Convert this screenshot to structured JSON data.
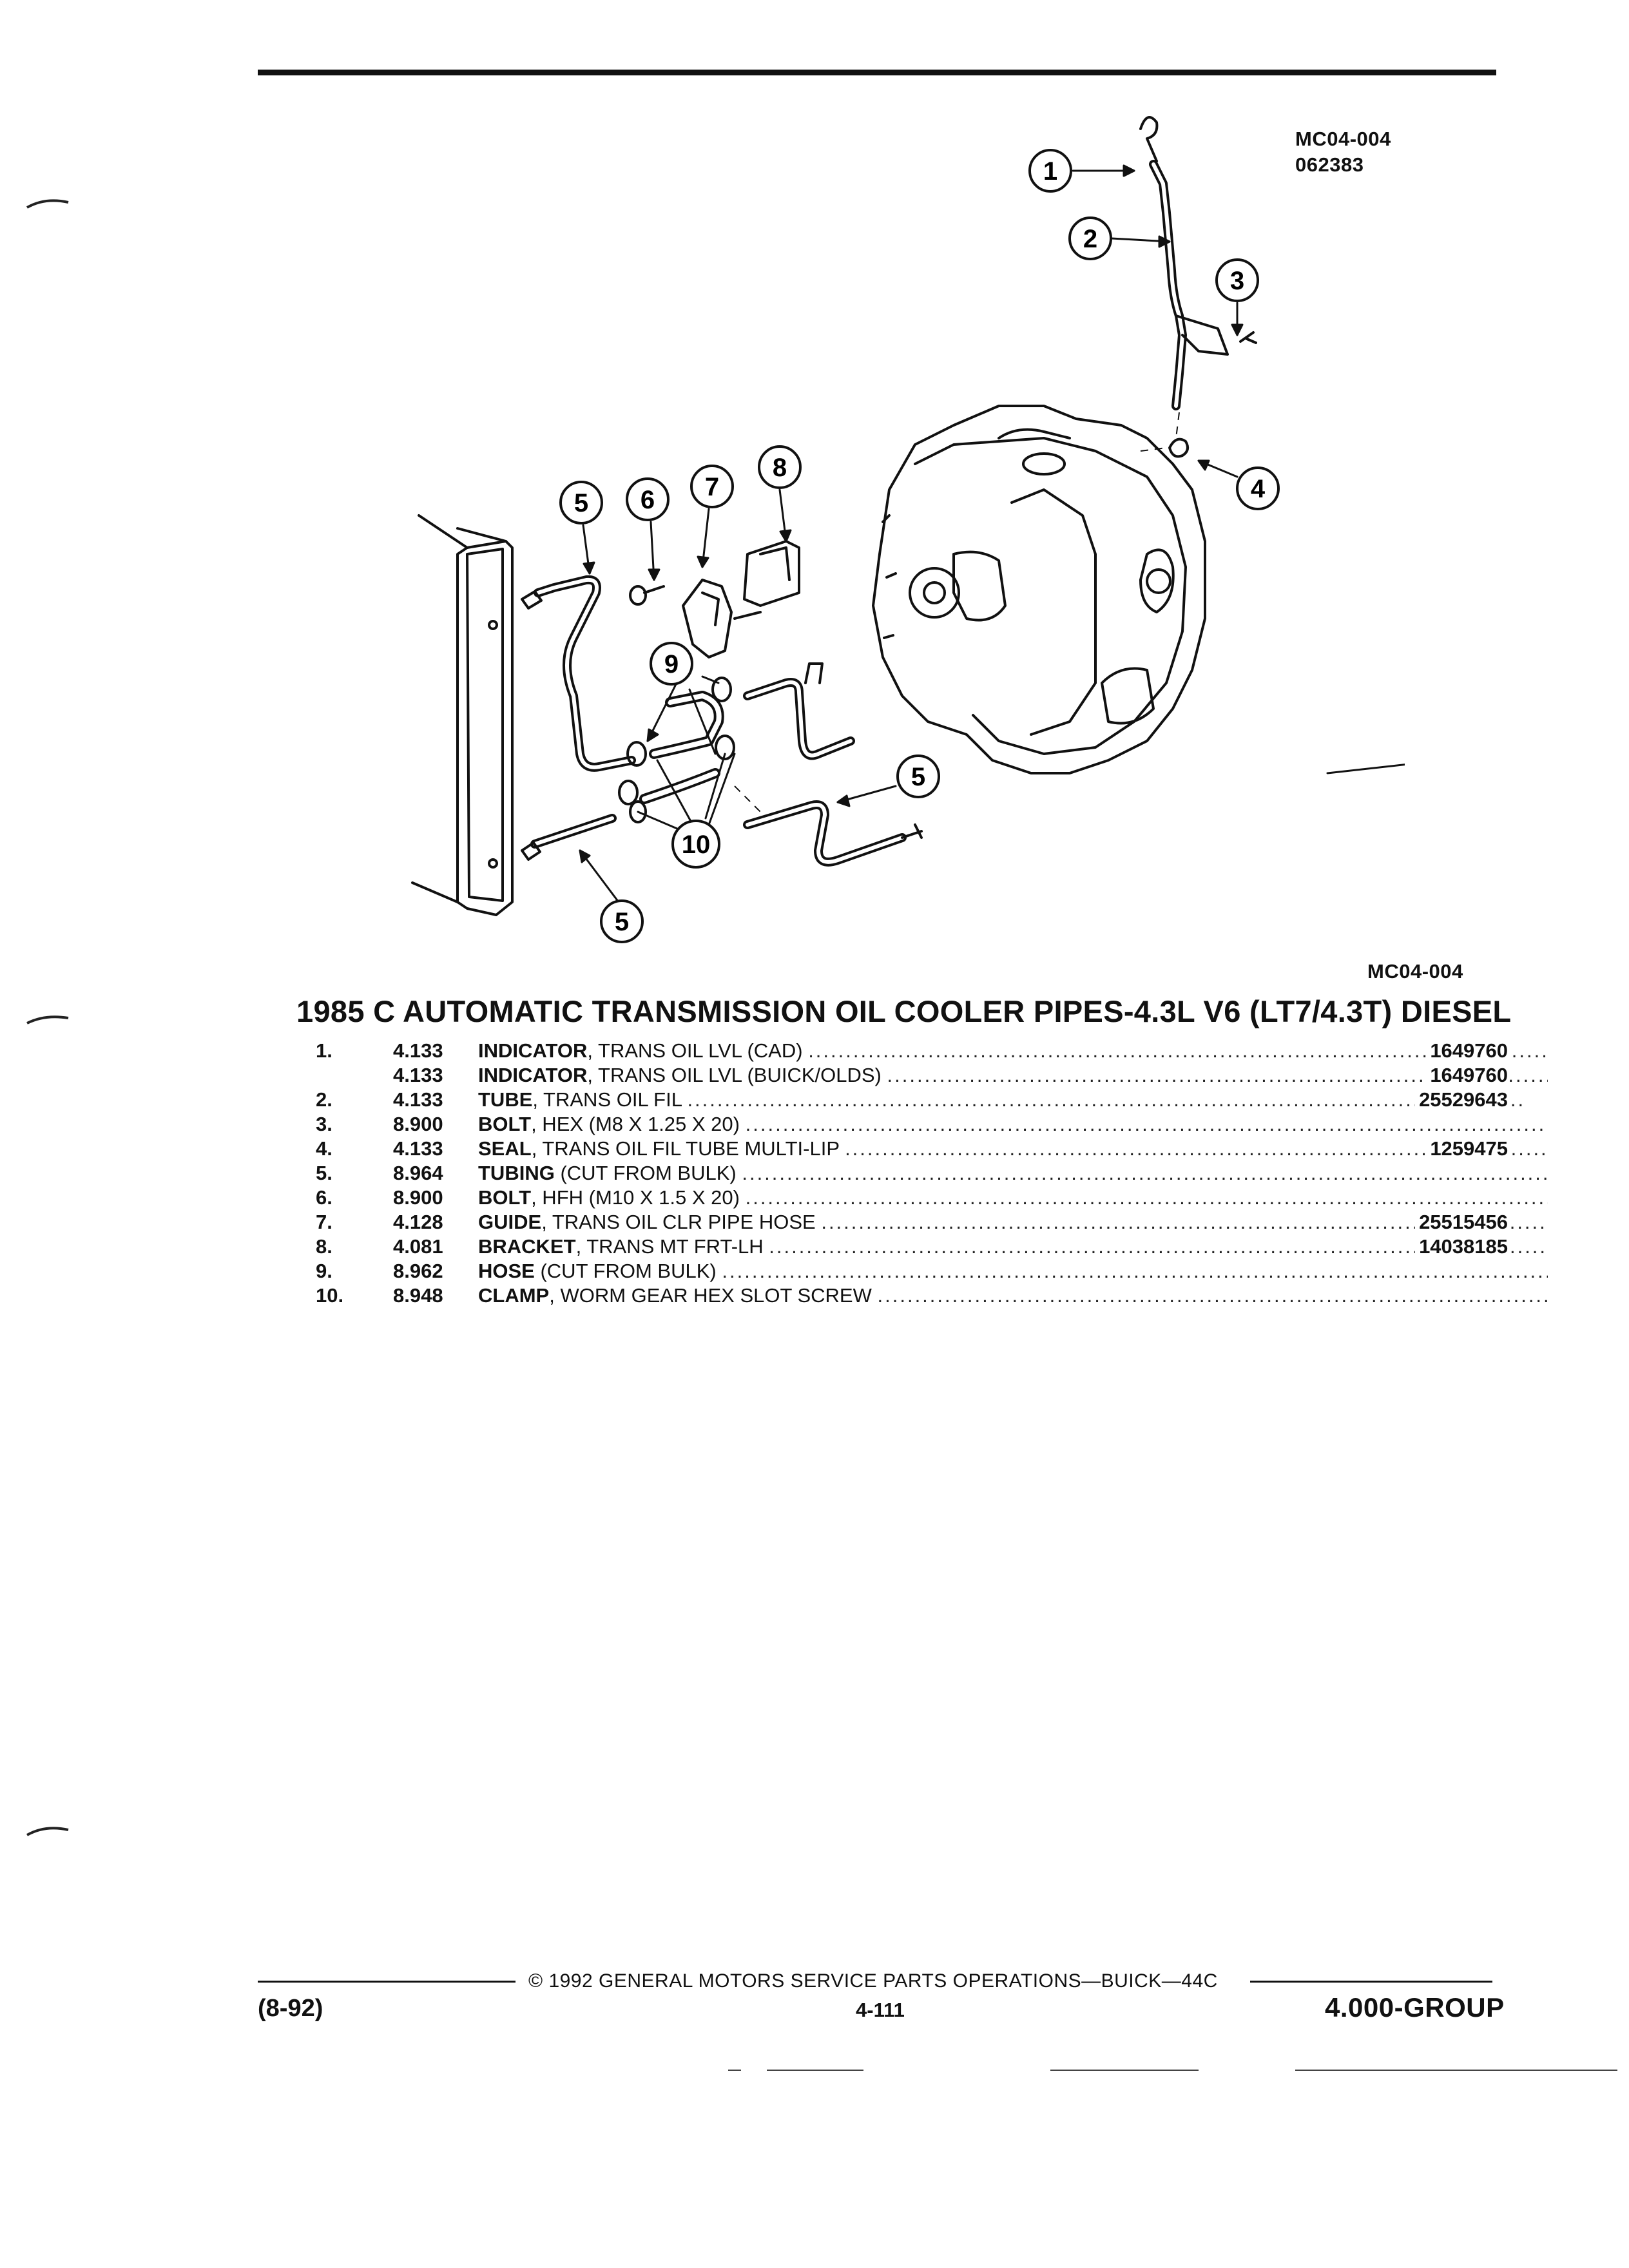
{
  "figure": {
    "code_top": "MC04-004",
    "date_code": "062383",
    "code_bottom": "MC04-004",
    "callouts": [
      "1",
      "2",
      "3",
      "4",
      "5",
      "6",
      "7",
      "8",
      "9",
      "10"
    ]
  },
  "title": "1985 C AUTOMATIC TRANSMISSION OIL COOLER PIPES-4.3L V6 (LT7/4.3T) DIESEL",
  "parts": [
    {
      "num": "1.",
      "group": "4.133",
      "name": "INDICATOR",
      "desc": ", TRANS OIL LVL (CAD)",
      "part_no": "1649760"
    },
    {
      "num": "",
      "group": "4.133",
      "name": "INDICATOR",
      "desc": ", TRANS OIL LVL (BUICK/OLDS)",
      "part_no": "1649760"
    },
    {
      "num": "2.",
      "group": "4.133",
      "name": "TUBE",
      "desc": ", TRANS OIL FIL",
      "part_no": "25529643"
    },
    {
      "num": "3.",
      "group": "8.900",
      "name": "BOLT",
      "desc": ", HEX (M8 X 1.25 X 20)",
      "part_no": ""
    },
    {
      "num": "4.",
      "group": "4.133",
      "name": "SEAL",
      "desc": ", TRANS OIL FIL TUBE MULTI-LIP",
      "part_no": "1259475"
    },
    {
      "num": "5.",
      "group": "8.964",
      "name": "TUBING",
      "desc": " (CUT FROM BULK)",
      "part_no": ""
    },
    {
      "num": "6.",
      "group": "8.900",
      "name": "BOLT",
      "desc": ", HFH (M10 X 1.5 X 20)",
      "part_no": ""
    },
    {
      "num": "7.",
      "group": "4.128",
      "name": "GUIDE",
      "desc": ", TRANS OIL CLR PIPE HOSE",
      "part_no": "25515456"
    },
    {
      "num": "8.",
      "group": "4.081",
      "name": "BRACKET",
      "desc": ", TRANS MT FRT-LH",
      "part_no": "14038185"
    },
    {
      "num": "9.",
      "group": "8.962",
      "name": "HOSE",
      "desc": " (CUT FROM BULK)",
      "part_no": ""
    },
    {
      "num": "10.",
      "group": "8.948",
      "name": "CLAMP",
      "desc": ", WORM GEAR HEX SLOT SCREW",
      "part_no": ""
    }
  ],
  "footer": {
    "copyright": "© 1992 GENERAL MOTORS SERVICE PARTS OPERATIONS—BUICK—44C",
    "page": "4-111",
    "date": "(8-92)",
    "group": "4.000-GROUP"
  }
}
